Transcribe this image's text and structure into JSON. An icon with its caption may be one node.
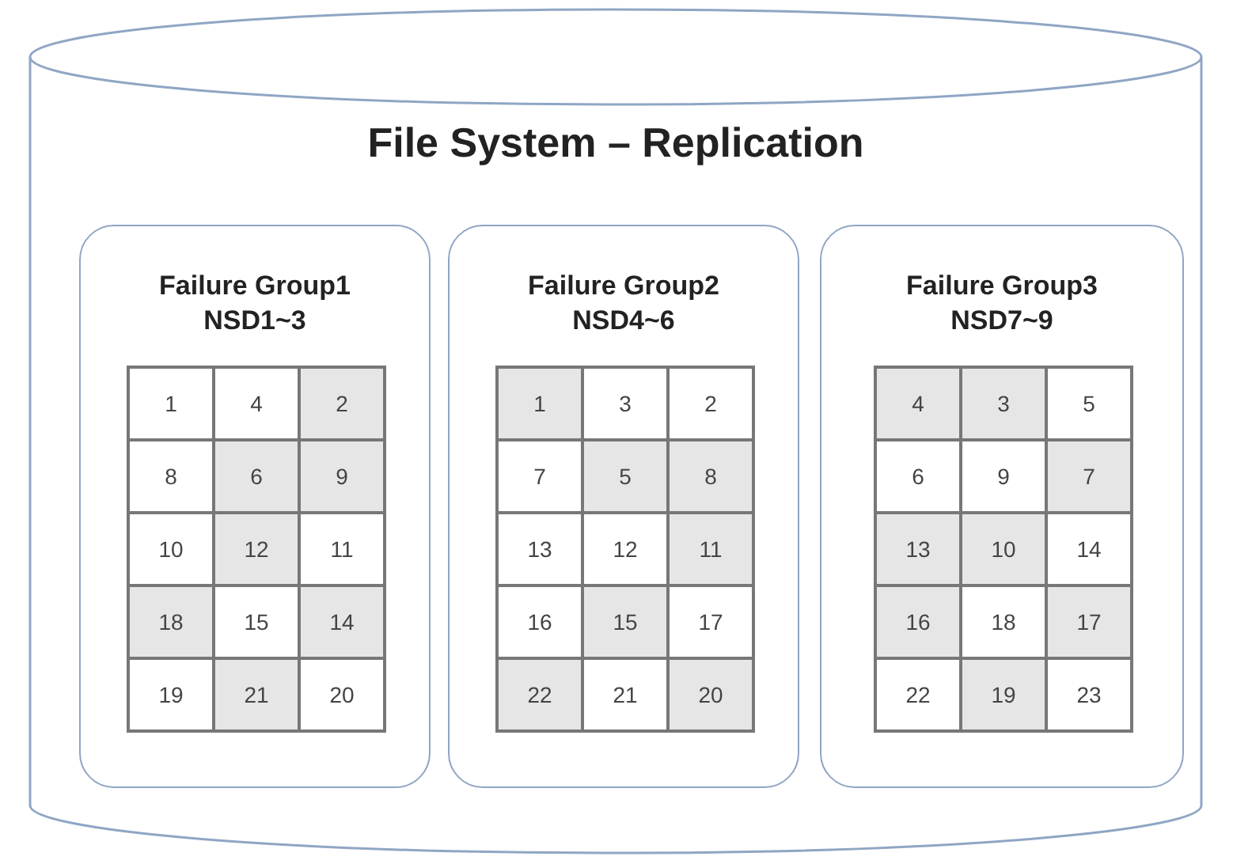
{
  "diagram": {
    "nodes": [
      {
        "text": [
          "File System – Replication"
        ]
      },
      {
        "text": [
          "Failure Group1",
          "NSD1~3"
        ],
        "in": 0
      },
      {
        "text": [
          "Failure Group2",
          "NSD4~6"
        ],
        "in": 0
      },
      {
        "text": [
          "Failure Group3",
          "NSD7~9"
        ],
        "in": 0
      }
    ],
    "edges": [],
    "labels": [
      "1",
      "4",
      "2",
      "8",
      "6",
      "9",
      "10",
      "12",
      "11",
      "18",
      "15",
      "14",
      "19",
      "21",
      "20",
      "1",
      "3",
      "2",
      "7",
      "5",
      "8",
      "13",
      "12",
      "11",
      "16",
      "15",
      "17",
      "22",
      "21",
      "20",
      "4",
      "3",
      "5",
      "6",
      "9",
      "7",
      "13",
      "10",
      "14",
      "16",
      "18",
      "17",
      "22",
      "19",
      "23"
    ]
  }
}
